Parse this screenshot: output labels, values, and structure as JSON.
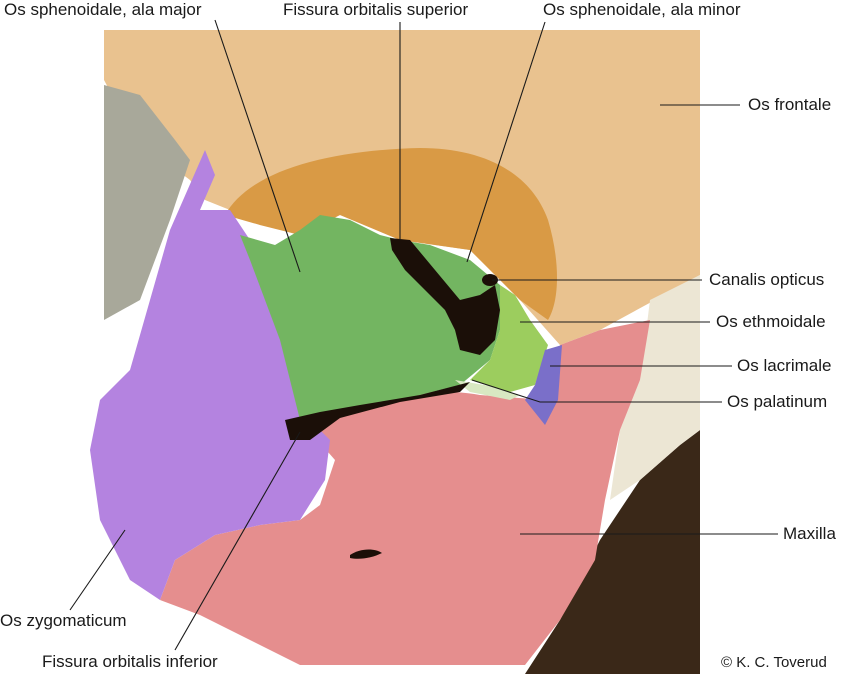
{
  "labels": {
    "ala_major": "Os sphenoidale, ala major",
    "fissura_superior": "Fissura orbitalis superior",
    "ala_minor": "Os sphenoidale, ala minor",
    "frontale": "Os frontale",
    "canalis_opticus": "Canalis opticus",
    "ethmoidale": "Os ethmoidale",
    "lacrimale": "Os lacrimale",
    "palatinum": "Os palatinum",
    "maxilla": "Maxilla",
    "zygomaticum": "Os zygomaticum",
    "fissura_inferior": "Fissura orbitalis inferior"
  },
  "copyright": "© K. C. Toverud",
  "colors": {
    "frontal": "#e9c28f",
    "frontal_shadow": "#d99a45",
    "sphenoid": "#73b561",
    "zygomatic": "#b483e0",
    "maxilla": "#e58e8e",
    "ethmoid": "#9ccd5e",
    "lacrimal": "#7a6fc9",
    "palatine": "#d8e8c2",
    "fissure": "#1b0f08",
    "background_bone": "#a8a89a",
    "dark_region": "#3a2818"
  }
}
